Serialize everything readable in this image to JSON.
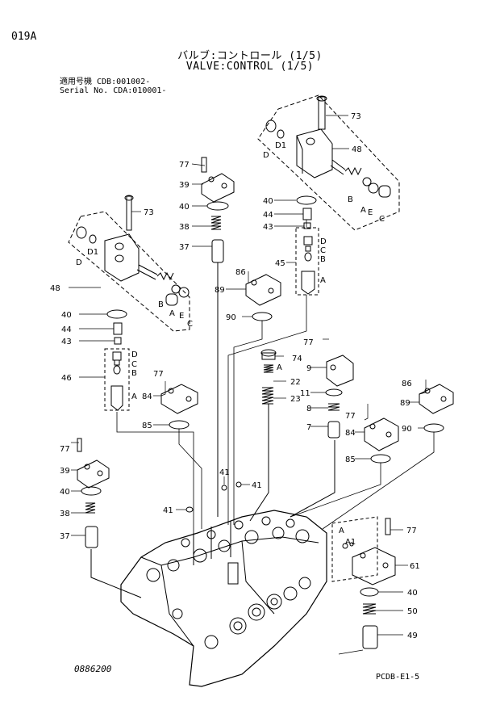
{
  "header": {
    "page_code": "019A",
    "title_jp": "バルブ:コントロール (1/5)",
    "title_en": "VALVE:CONTROL (1/5)",
    "serial_lines": [
      "適用号機 CDB:001002-",
      "Serial No. CDA:010001-"
    ]
  },
  "footer": {
    "drawing_no": "0886200",
    "page_ref": "PCDB-E1-5"
  },
  "callouts": [
    {
      "id": "c73a",
      "label": "73"
    },
    {
      "id": "c48a",
      "label": "48"
    },
    {
      "id": "c77a",
      "label": "77"
    },
    {
      "id": "c39a",
      "label": "39"
    },
    {
      "id": "c40a",
      "label": "40"
    },
    {
      "id": "c38a",
      "label": "38"
    },
    {
      "id": "c37a",
      "label": "37"
    },
    {
      "id": "c73b",
      "label": "73"
    },
    {
      "id": "c48b",
      "label": "48"
    },
    {
      "id": "c40b",
      "label": "40"
    },
    {
      "id": "c44a",
      "label": "44"
    },
    {
      "id": "c43a",
      "label": "43"
    },
    {
      "id": "c46",
      "label": "46"
    },
    {
      "id": "c40c",
      "label": "40"
    },
    {
      "id": "c44b",
      "label": "44"
    },
    {
      "id": "c43b",
      "label": "43"
    },
    {
      "id": "c45",
      "label": "45"
    },
    {
      "id": "c86a",
      "label": "86"
    },
    {
      "id": "c89a",
      "label": "89"
    },
    {
      "id": "c90a",
      "label": "90"
    },
    {
      "id": "c77b",
      "label": "77"
    },
    {
      "id": "c84a",
      "label": "84"
    },
    {
      "id": "c85a",
      "label": "85"
    },
    {
      "id": "c74",
      "label": "74"
    },
    {
      "id": "c22",
      "label": "22"
    },
    {
      "id": "c23",
      "label": "23"
    },
    {
      "id": "c77c",
      "label": "77"
    },
    {
      "id": "c9",
      "label": "9"
    },
    {
      "id": "c11",
      "label": "11"
    },
    {
      "id": "c8",
      "label": "8"
    },
    {
      "id": "c7",
      "label": "7"
    },
    {
      "id": "c86b",
      "label": "86"
    },
    {
      "id": "c89b",
      "label": "89"
    },
    {
      "id": "c77d",
      "label": "77"
    },
    {
      "id": "c84b",
      "label": "84"
    },
    {
      "id": "c90b",
      "label": "90"
    },
    {
      "id": "c85b",
      "label": "85"
    },
    {
      "id": "c77e",
      "label": "77"
    },
    {
      "id": "c39b",
      "label": "39"
    },
    {
      "id": "c40d",
      "label": "40"
    },
    {
      "id": "c38b",
      "label": "38"
    },
    {
      "id": "c37b",
      "label": "37"
    },
    {
      "id": "c41a",
      "label": "41"
    },
    {
      "id": "c41b",
      "label": "41"
    },
    {
      "id": "c41c",
      "label": "41"
    },
    {
      "id": "c77f",
      "label": "77"
    },
    {
      "id": "c61",
      "label": "61"
    },
    {
      "id": "c40e",
      "label": "40"
    },
    {
      "id": "c50",
      "label": "50"
    },
    {
      "id": "c49",
      "label": "49"
    }
  ],
  "letters": {
    "D": "D",
    "D1": "D1",
    "A": "A",
    "A1": "A1",
    "B": "B",
    "C": "C",
    "E": "E"
  }
}
